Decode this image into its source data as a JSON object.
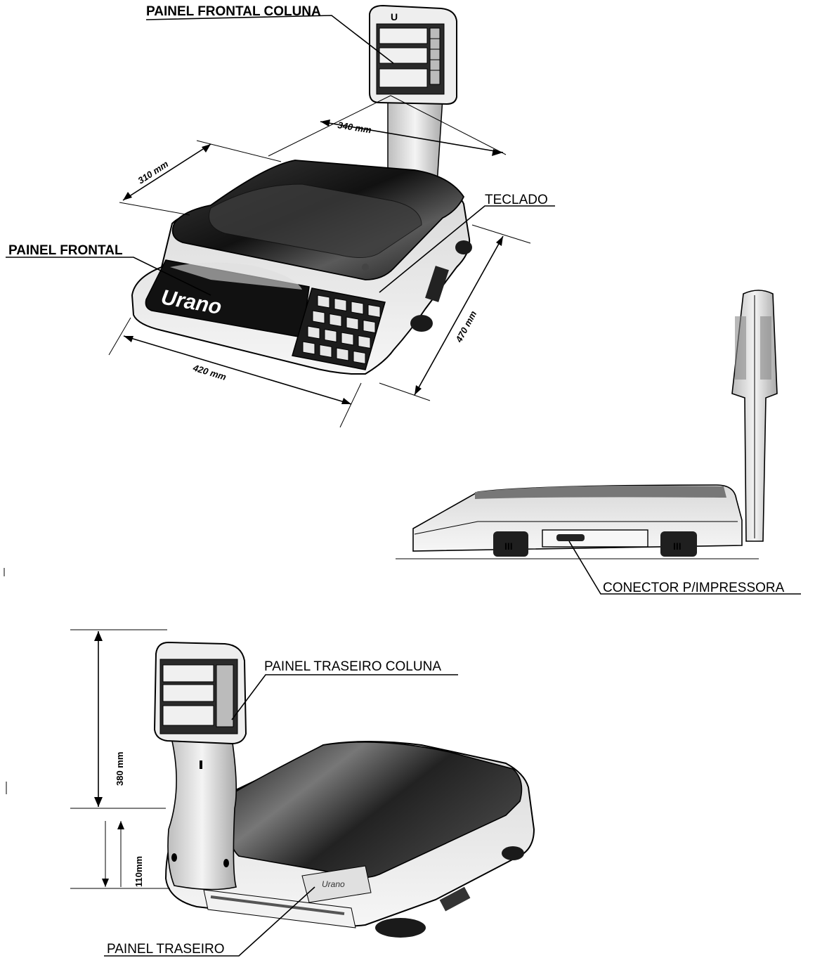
{
  "labels": {
    "painel_frontal_coluna": "PAINEL FRONTAL COLUNA",
    "teclado": "TECLADO",
    "painel_frontal": "PAINEL FRONTAL",
    "conector_impressora": "CONECTOR P/IMPRESSORA",
    "painel_traseiro_coluna": "PAINEL TRASEIRO COLUNA",
    "painel_traseiro": "PAINEL TRASEIRO"
  },
  "dimensions": {
    "depth_top": "340 mm",
    "width_left": "310 mm",
    "depth_right": "470 mm",
    "width_front": "420 mm",
    "column_height": "380 mm",
    "base_height": "110mm"
  },
  "brand": {
    "name": "Urano",
    "display_logo": "U"
  },
  "colors": {
    "ink": "#000000",
    "background": "#ffffff",
    "shade_dark": "#1a1a1a",
    "shade_mid": "#6b6b6b",
    "shade_light": "#d9d9d9"
  }
}
